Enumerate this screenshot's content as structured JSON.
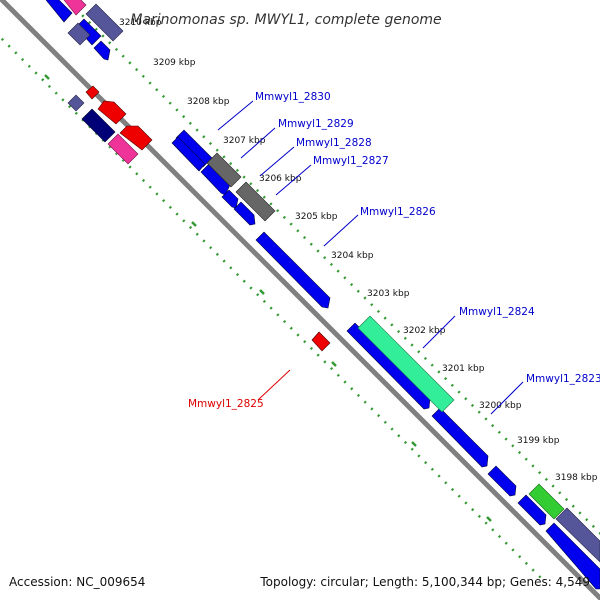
{
  "title": "Marinomonas sp. MWYL1, complete genome",
  "accession": "Accession: NC_009654",
  "summary": "Topology: circular; Length: 5,100,344 bp; Genes: 4,549",
  "colors": {
    "backbone": "#808080",
    "forward_cds": "#0000ee",
    "reverse_cds": "#ee0000",
    "gray_feature": "#666666",
    "cyan_feature": "#33ee99",
    "green_feature": "#33cc33",
    "purple_feature": "#555599",
    "pink_feature": "#ee3399",
    "navy_feature": "#000077",
    "dot_track": "#339933",
    "label_forward": "#0000cc",
    "label_reverse": "#dd0000"
  },
  "ticks": [
    {
      "label": "3210 kbp"
    },
    {
      "label": "3209 kbp"
    },
    {
      "label": "3208 kbp"
    },
    {
      "label": "3207 kbp"
    },
    {
      "label": "3206 kbp"
    },
    {
      "label": "3205 kbp"
    },
    {
      "label": "3204 kbp"
    },
    {
      "label": "3203 kbp"
    },
    {
      "label": "3202 kbp"
    },
    {
      "label": "3201 kbp"
    },
    {
      "label": "3200 kbp"
    },
    {
      "label": "3199 kbp"
    },
    {
      "label": "3198 kbp"
    }
  ],
  "gene_labels": [
    {
      "id": "Mmwyl1_2830",
      "strand": "forward"
    },
    {
      "id": "Mmwyl1_2829",
      "strand": "forward"
    },
    {
      "id": "Mmwyl1_2828",
      "strand": "forward"
    },
    {
      "id": "Mmwyl1_2827",
      "strand": "forward"
    },
    {
      "id": "Mmwyl1_2826",
      "strand": "forward"
    },
    {
      "id": "Mmwyl1_2825",
      "strand": "reverse"
    },
    {
      "id": "Mmwyl1_2824",
      "strand": "forward"
    },
    {
      "id": "Mmwyl1_2823",
      "strand": "forward"
    }
  ]
}
